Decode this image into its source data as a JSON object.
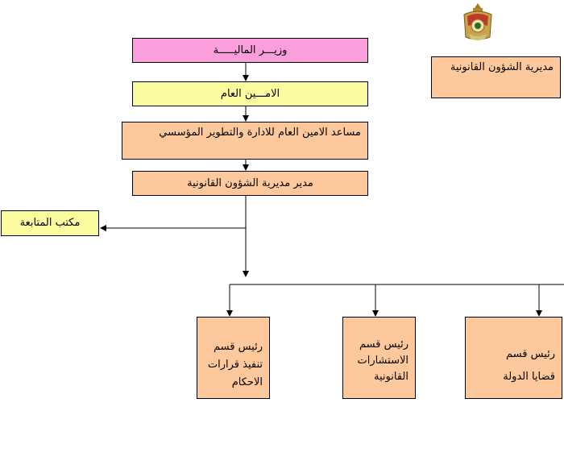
{
  "directorate_title": "مديرية الشؤون القانونية",
  "minister": "وزيـــر الماليـــــة",
  "secretary_general": "الامـــين العام",
  "assistant_secretary": "مساعد الامين العام للادارة والتطوير المؤسسي",
  "director": "مدير مديرية الشؤون القانونية",
  "followup_office": "مكتب المتابعة",
  "sections": {
    "enforcement": "رئيس قسم\nتنفيذ قرارات\nالاحكام",
    "consultations": "رئيس قسم\nالاستشارات\nالقانونية",
    "state_cases": "رئيس قسم\nقضايا الدولة"
  },
  "colors": {
    "peach": "#fdc99c",
    "pink": "#fb9fdc",
    "yellow": "#fbfca0"
  },
  "emblem_icon": "jordan-coat-of-arms-icon"
}
